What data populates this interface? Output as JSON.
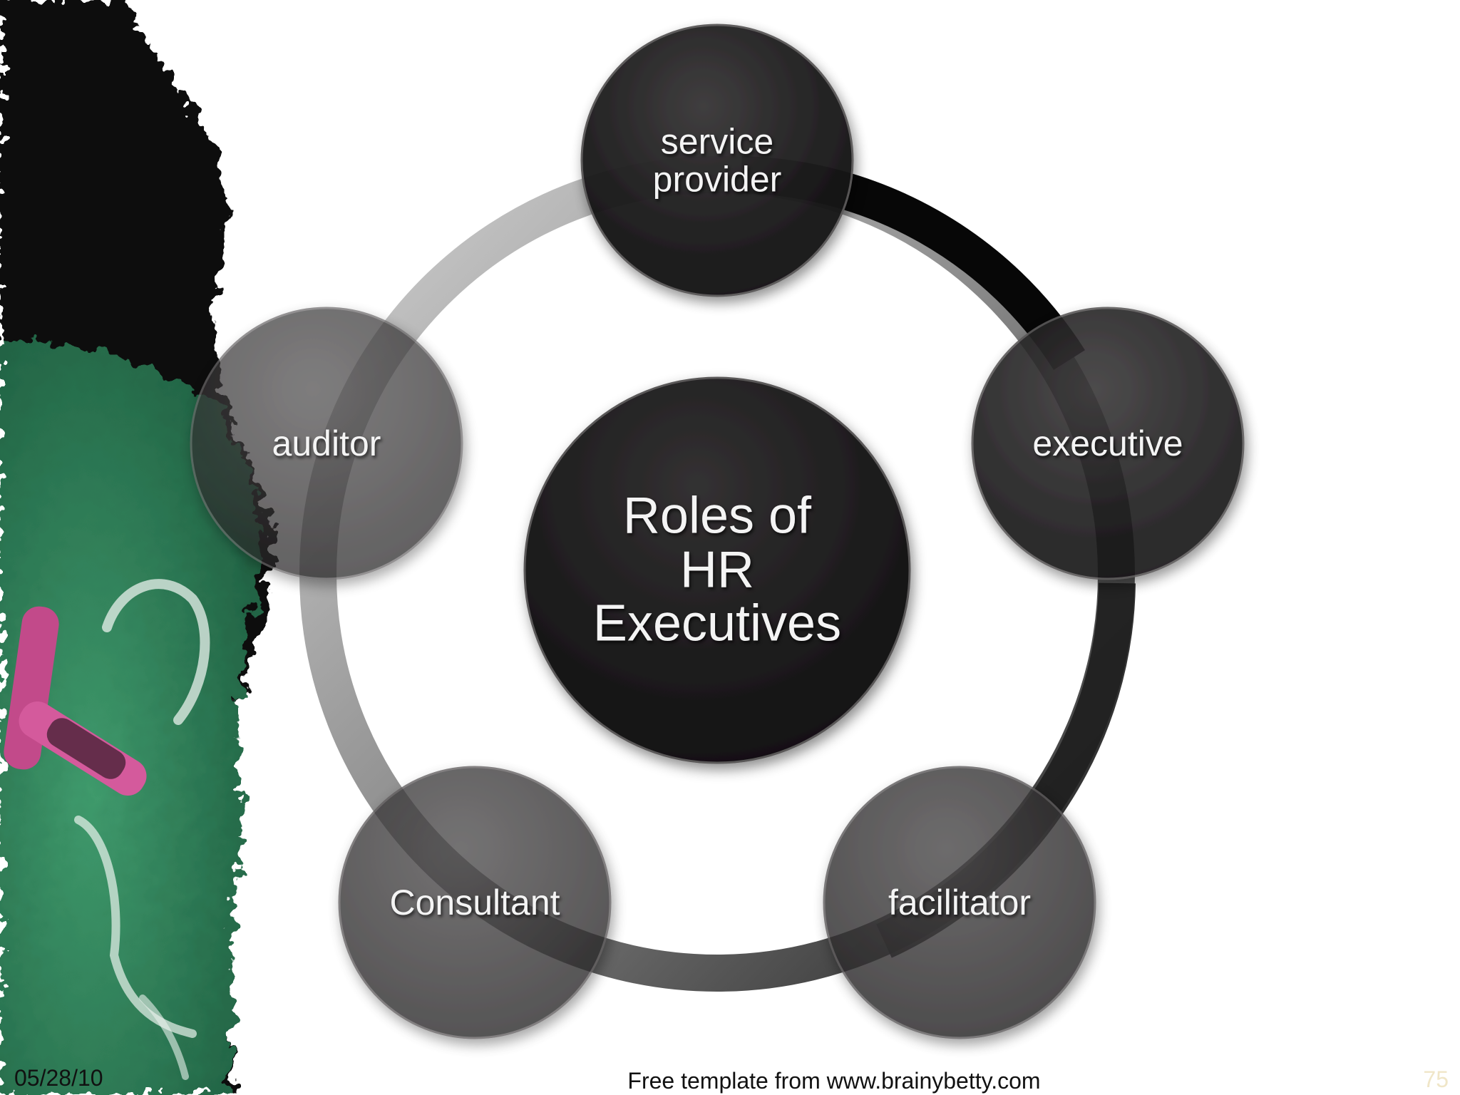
{
  "diagram": {
    "center_label": "Roles of\nHR\nExecutives",
    "nodes": [
      {
        "id": "service-provider",
        "label": "service\nprovider"
      },
      {
        "id": "executive",
        "label": "executive"
      },
      {
        "id": "facilitator",
        "label": "facilitator"
      },
      {
        "id": "consultant",
        "label": "Consultant"
      },
      {
        "id": "auditor",
        "label": "auditor"
      }
    ]
  },
  "footer": {
    "date": "05/28/10",
    "credit": "Free template from www.brainybetty.com",
    "page_number": "75"
  },
  "colors": {
    "chalkboard_green": "#2f7a55",
    "chalk_pink": "#d45a9c",
    "node_dark": "#1b1a1b",
    "node_mid": "#2e2c2e",
    "ring_light": "#c9c9c9",
    "ring_dark": "#0d0d0d"
  }
}
